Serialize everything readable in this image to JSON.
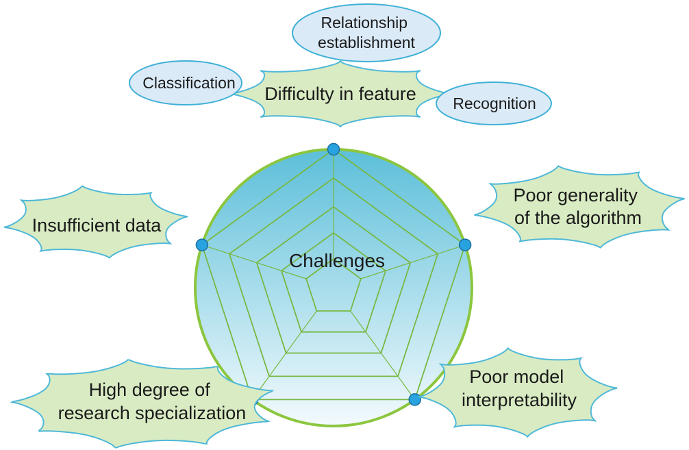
{
  "center": {
    "label": "Challenges"
  },
  "challenges": {
    "feature": {
      "lines": [
        "Difficulty in feature"
      ]
    },
    "generality": {
      "lines": [
        "Poor generality",
        "of the algorithm"
      ]
    },
    "interpretability": {
      "lines": [
        "Poor model",
        "interpretability"
      ]
    },
    "specialization": {
      "lines": [
        "High degree of",
        "research specialization"
      ]
    },
    "data": {
      "lines": [
        "Insufficient data"
      ]
    }
  },
  "sub_items": {
    "relationship": {
      "lines": [
        "Relationship",
        "establishment"
      ]
    },
    "classification": {
      "lines": [
        "Classification"
      ]
    },
    "recognition": {
      "lines": [
        "Recognition"
      ]
    }
  },
  "colors": {
    "circle_top": "#5cbfd9",
    "circle_bottom": "#f3fafd",
    "circle_border": "#8cc63f",
    "pentagon_line": "#78b843",
    "vertex_fill": "#29a3df",
    "vertex_stroke": "#1b6fa0",
    "star_fill": "#d9ebc3",
    "star_stroke": "#4fb8d8",
    "ellipse_fill": "#dbeaf7",
    "ellipse_stroke": "#3fb0d6"
  }
}
